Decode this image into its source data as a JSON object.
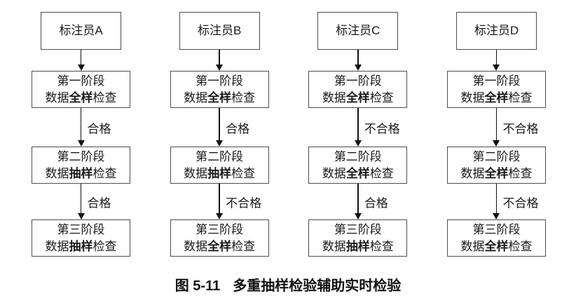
{
  "colors": {
    "box_border": "#4d4d4d",
    "arrow": "#111111",
    "text": "#1a1a1a"
  },
  "caption": {
    "label": "图 5-11",
    "title": "多重抽样检验辅助实时检验"
  },
  "columns": [
    {
      "annotator": "标注员A",
      "stages": [
        {
          "line1": "第一阶段",
          "pre": "数据",
          "em": "全样",
          "post": "检查"
        },
        {
          "line1": "第二阶段",
          "pre": "数据",
          "em": "抽样",
          "post": "检查"
        },
        {
          "line1": "第三阶段",
          "pre": "数据",
          "em": "抽样",
          "post": "检查"
        }
      ],
      "labels": [
        "合格",
        "合格"
      ]
    },
    {
      "annotator": "标注员B",
      "stages": [
        {
          "line1": "第一阶段",
          "pre": "数据",
          "em": "全样",
          "post": "检查"
        },
        {
          "line1": "第二阶段",
          "pre": "数据",
          "em": "抽样",
          "post": "检查"
        },
        {
          "line1": "第三阶段",
          "pre": "数据",
          "em": "全样",
          "post": "检查"
        }
      ],
      "labels": [
        "合格",
        "不合格"
      ]
    },
    {
      "annotator": "标注员C",
      "stages": [
        {
          "line1": "第一阶段",
          "pre": "数据",
          "em": "全样",
          "post": "检查"
        },
        {
          "line1": "第二阶段",
          "pre": "数据",
          "em": "全样",
          "post": "检查"
        },
        {
          "line1": "第三阶段",
          "pre": "数据",
          "em": "抽样",
          "post": "检查"
        }
      ],
      "labels": [
        "不合格",
        "合格"
      ]
    },
    {
      "annotator": "标注员D",
      "stages": [
        {
          "line1": "第一阶段",
          "pre": "数据",
          "em": "全样",
          "post": "检查"
        },
        {
          "line1": "第二阶段",
          "pre": "数据",
          "em": "全样",
          "post": "检查"
        },
        {
          "line1": "第三阶段",
          "pre": "数据",
          "em": "全样",
          "post": "检查"
        }
      ],
      "labels": [
        "不合格",
        "不合格"
      ]
    }
  ]
}
